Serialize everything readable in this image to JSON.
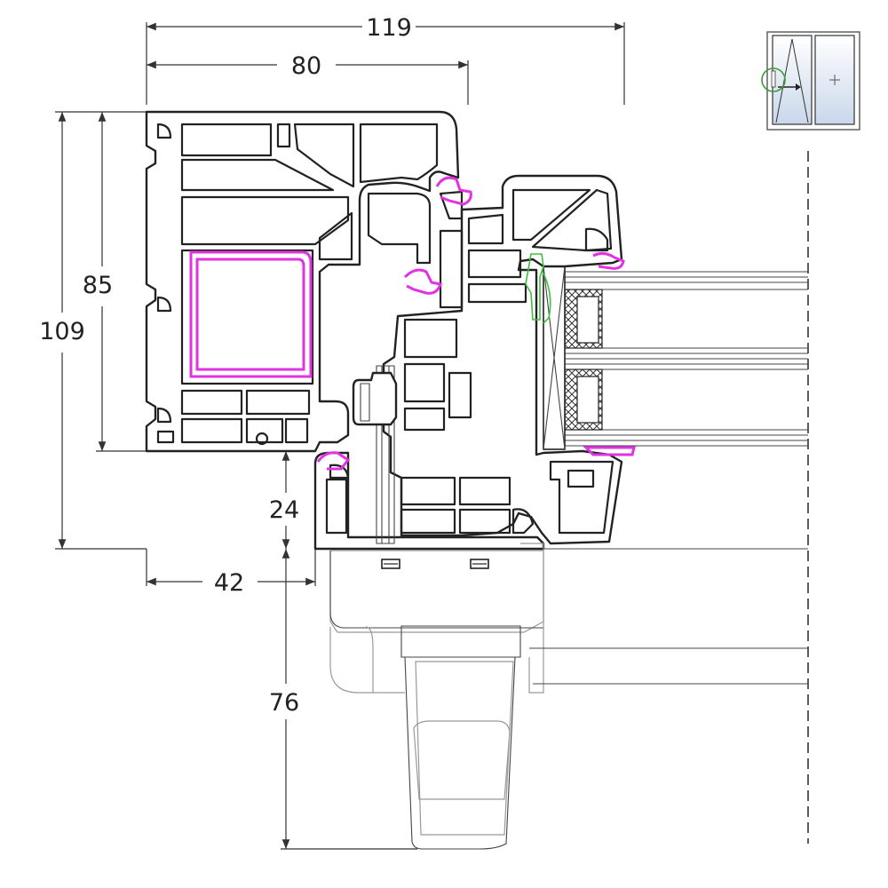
{
  "dimensions": {
    "overall_width": "119",
    "frame_width": "80",
    "frame_height": "85",
    "overall_height": "109",
    "sash_offset": "24",
    "base_width": "42",
    "handle_depth": "76"
  },
  "colors": {
    "outline": "#222222",
    "gasket": "#e233e2",
    "glazing_bead_seal": "#3ec03e",
    "glass_fill": "#c9d7ea",
    "marker_circle": "#3a9a3a"
  },
  "icons": {
    "thumbnail": "window-sash-icon"
  }
}
